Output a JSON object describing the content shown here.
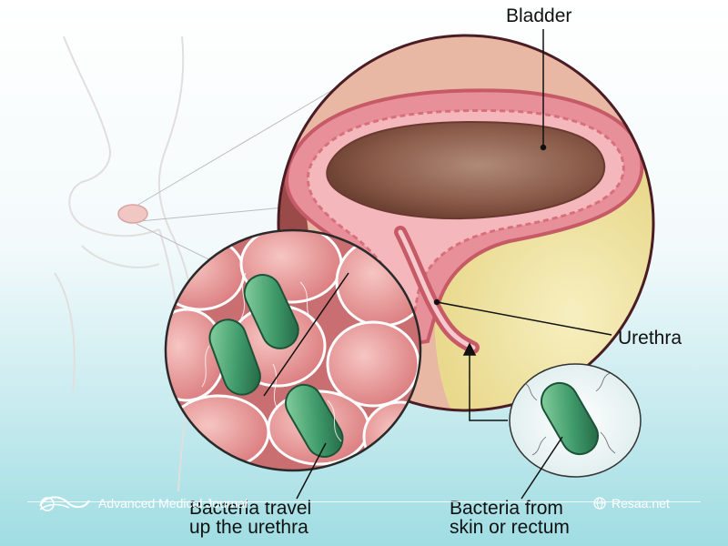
{
  "labels": {
    "bladder": "Bladder",
    "urethra": "Urethra",
    "bacteria_travel_line1": "Bacteria travel",
    "bacteria_travel_line2": "up the urethra",
    "bacteria_source_line1": "Bacteria from",
    "bacteria_source_line2": "skin or rectum"
  },
  "watermark": {
    "journal": "Advanced Medical Journal",
    "site": "Resaa.net"
  },
  "colors": {
    "bladder_wall": "#e8909a",
    "bladder_interior": "#8a5a48",
    "fat_tissue": "#f1e6a8",
    "bacteria": "#3f9a6a",
    "cells": "#e9a0a0",
    "background_top": "#ffffff",
    "background_bottom": "#9fdde3"
  }
}
